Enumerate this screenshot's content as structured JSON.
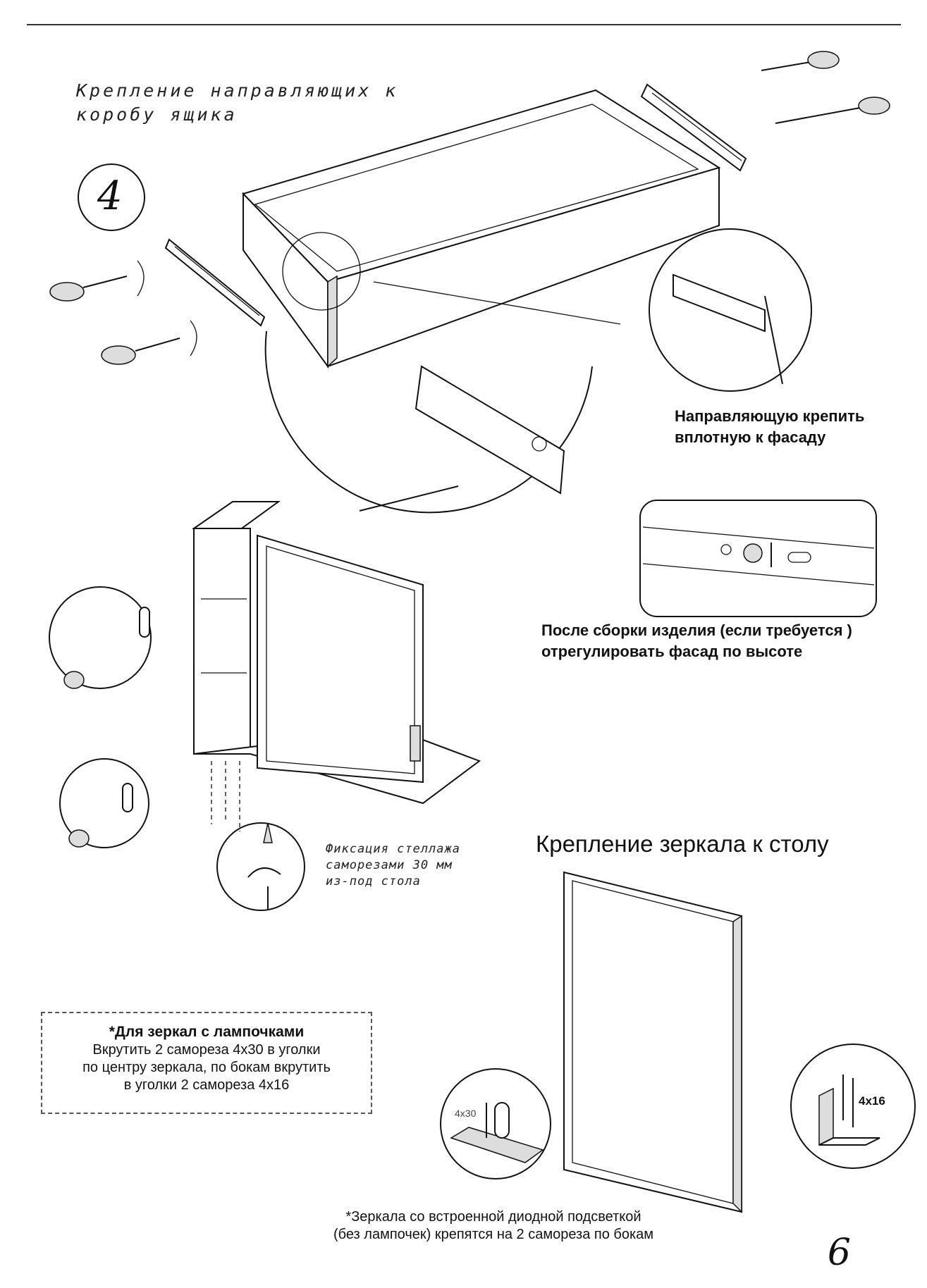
{
  "step": {
    "number": "4",
    "title_line1": "Крепление направляющих к",
    "title_line2": "коробу ящика"
  },
  "notes": {
    "rail_flush_line1": "Направляющую крепить",
    "rail_flush_line2": "вплотную к фасаду",
    "adjust_line1": "После сборки изделия (если требуется )",
    "adjust_line2": "отрегулировать фасад по высоте",
    "shelf_fix_line1": "Фиксация стеллажа",
    "shelf_fix_line2": "саморезами 30 мм",
    "shelf_fix_line3": "из-под стола"
  },
  "mirror_section": {
    "heading": "Крепление зеркала к столу",
    "screw_label_left": "4x30",
    "screw_label_right": "4x16"
  },
  "lamp_box": {
    "title": "*Для зеркал с лампочками",
    "line1": "Вкрутить 2 самореза 4x30 в уголки",
    "line2": "по центру зеркала, по бокам вкрутить",
    "line3": "в уголки 2 самореза 4x16"
  },
  "footer": {
    "led_line1": "*Зеркала со встроенной диодной подсветкой",
    "led_line2": "(без лампочек) крепятся на 2 самореза по бокам",
    "page_number": "6"
  }
}
